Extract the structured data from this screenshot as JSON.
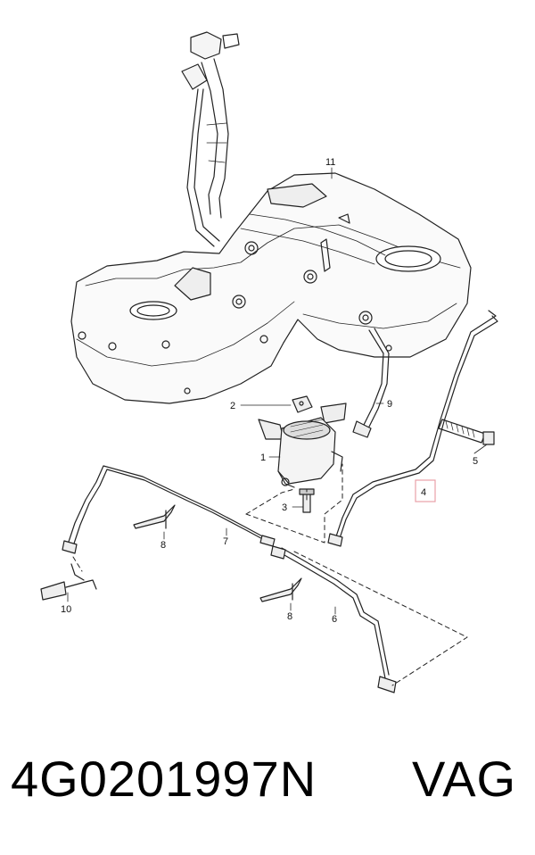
{
  "callouts": {
    "c1": "1",
    "c2": "2",
    "c3": "3",
    "c4": "4",
    "c5": "5",
    "c6": "6",
    "c7": "7",
    "c8a": "8",
    "c8b": "8",
    "c9": "9",
    "c10": "10",
    "c11": "11"
  },
  "highlight_color": "#e8a0a8",
  "footer": {
    "part_number": "4G0201997N",
    "brand": "VAG"
  }
}
